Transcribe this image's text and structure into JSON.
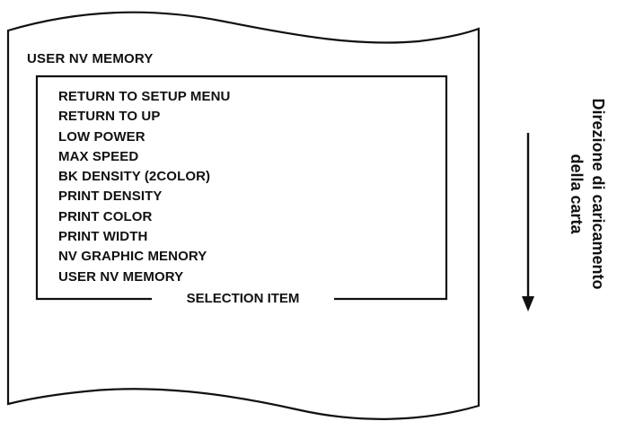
{
  "receipt": {
    "title": "USER NV MEMORY",
    "items": [
      "RETURN TO SETUP MENU",
      "RETURN TO UP",
      "LOW POWER",
      "MAX SPEED",
      "BK DENSITY (2COLOR)",
      "PRINT DENSITY",
      "PRINT COLOR",
      "PRINT WIDTH",
      "NV GRAPHIC MENORY",
      "USER NV MEMORY"
    ],
    "frame_caption": "SELECTION ITEM"
  },
  "direction": {
    "line1": "Direzione di caricamento",
    "line2": "della carta"
  },
  "colors": {
    "ink": "#111111",
    "paper": "#ffffff"
  }
}
